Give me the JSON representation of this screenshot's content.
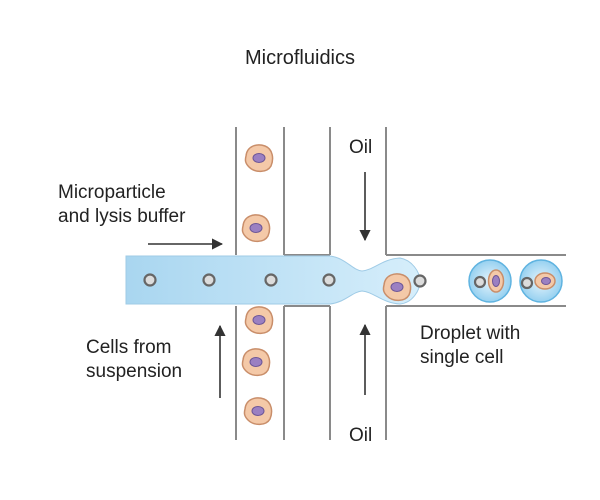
{
  "title": "Microfluidics",
  "labels": {
    "microparticle_line1": "Microparticle",
    "microparticle_line2": "and lysis buffer",
    "cells_line1": "Cells from",
    "cells_line2": "suspension",
    "droplet_line1": "Droplet with",
    "droplet_line2": "single cell",
    "oil_top": "Oil",
    "oil_bottom": "Oil"
  },
  "colors": {
    "channel_wall": "#8a8a8a",
    "aqueous_stream": "#bfe1f4",
    "cell_body": "#f4c9a8",
    "cell_nucleus": "#9b80c2",
    "bead": "#7a7a7a",
    "arrow": "#333333"
  }
}
